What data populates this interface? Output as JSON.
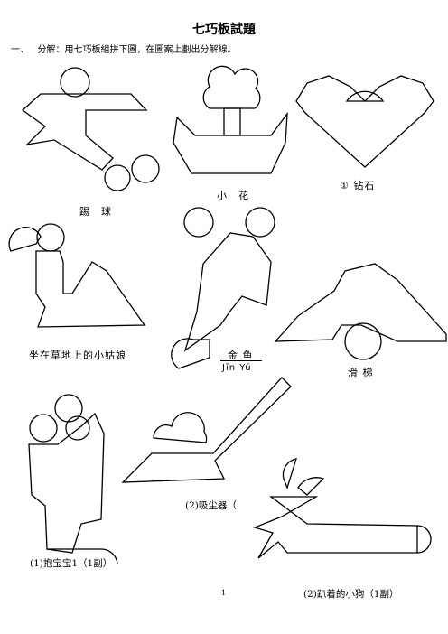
{
  "header": {
    "title": "七巧板試題",
    "instruction_num": "一、",
    "instruction": "分解：用七巧板組拼下圖，在圖案上劃出分解線。"
  },
  "figures": [
    {
      "label": "踢　球"
    },
    {
      "label": "小　花"
    },
    {
      "label": "① 钻石"
    },
    {
      "label": "坐在草地上的小姑娘"
    },
    {
      "label": "金 鱼",
      "pinyin": "Jīn Yú"
    },
    {
      "label": "滑 梯"
    },
    {
      "label": "(1)抱宝宝1（1副）"
    },
    {
      "label": "(2)吸尘器（"
    },
    {
      "label": "(2)趴着的小狗（1副）"
    }
  ],
  "footer": {
    "page_number": "1"
  }
}
